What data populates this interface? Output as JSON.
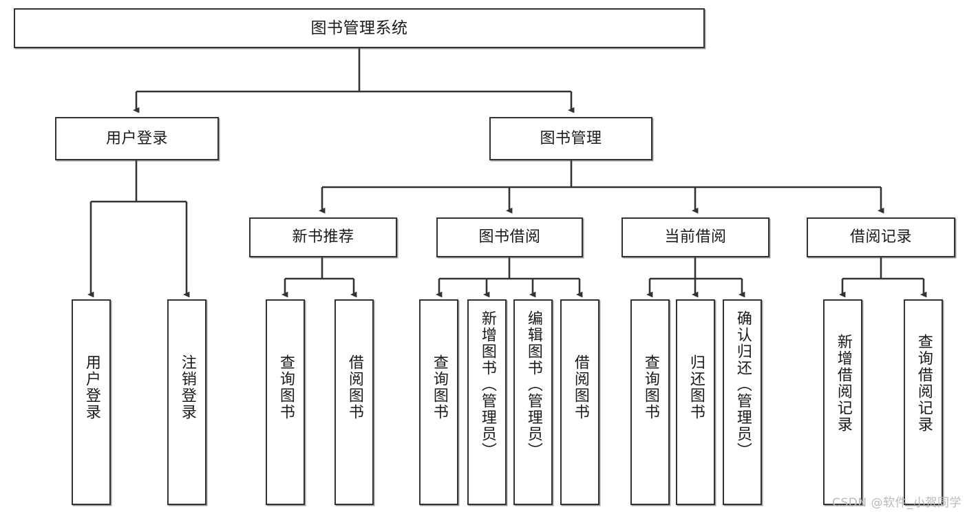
{
  "diagram": {
    "title": "图书管理系统",
    "type": "tree-hierarchy-chart",
    "watermark": "CSDN @软件_小贺同学",
    "line_color": "#333333",
    "box_fill": "#ffffff",
    "text_color": "#1a1a1a"
  },
  "root": {
    "label": "图书管理系统"
  },
  "level2": [
    {
      "label": "用户登录"
    },
    {
      "label": "图书管理"
    }
  ],
  "level3": [
    {
      "label": "新书推荐"
    },
    {
      "label": "图书借阅"
    },
    {
      "label": "当前借阅"
    },
    {
      "label": "借阅记录"
    }
  ],
  "leaves": {
    "user_login": [
      {
        "label": "用户登录"
      },
      {
        "label": "注销登录"
      }
    ],
    "new_book_recommend": [
      {
        "label": "查询图书"
      },
      {
        "label": "借阅图书"
      }
    ],
    "book_borrow": [
      {
        "label": "查询图书"
      },
      {
        "label": "新增图书（管理员）"
      },
      {
        "label": "编辑图书（管理员）"
      },
      {
        "label": "借阅图书"
      }
    ],
    "current_borrow": [
      {
        "label": "查询图书"
      },
      {
        "label": "归还图书"
      },
      {
        "label": "确认归还（管理员）"
      }
    ],
    "borrow_record": [
      {
        "label": "新增借阅记录"
      },
      {
        "label": "查询借阅记录"
      }
    ]
  }
}
